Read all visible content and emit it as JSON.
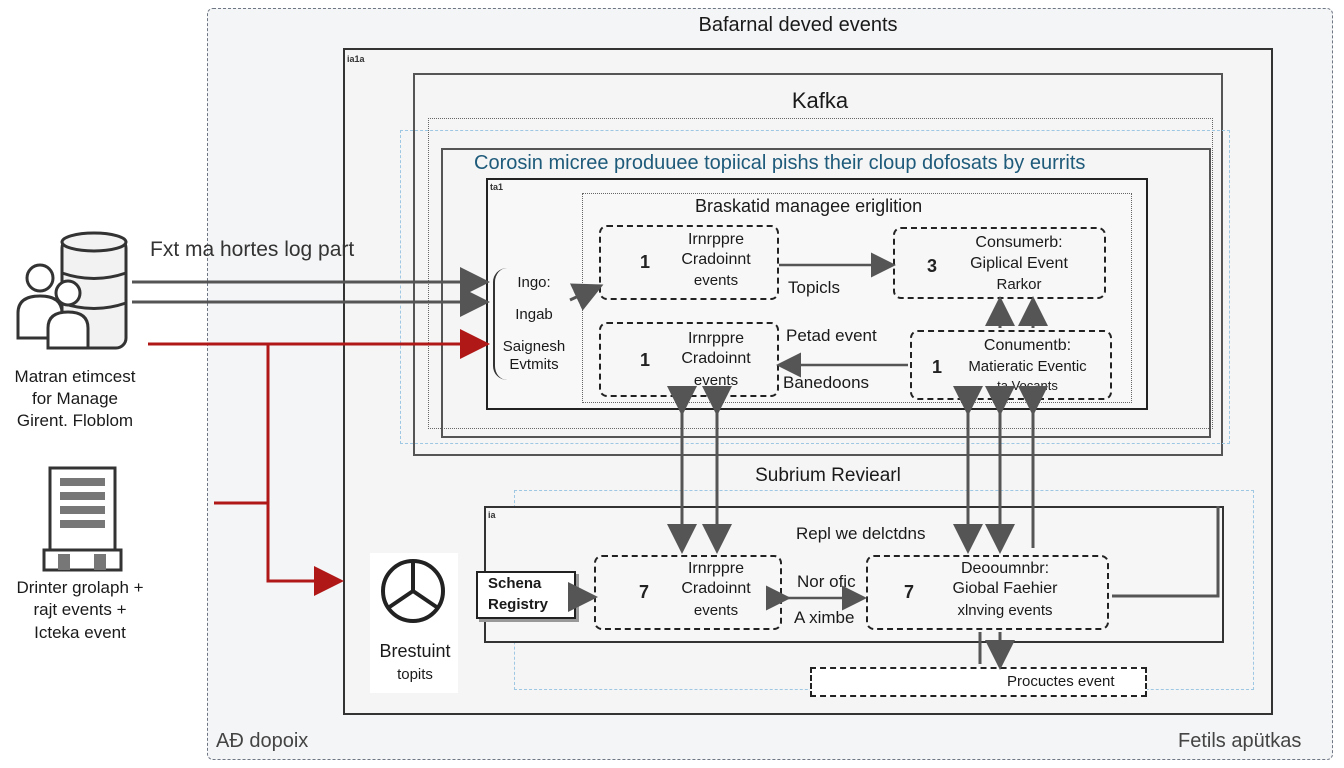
{
  "outer": {
    "title": "Bafarnal deved events",
    "bottom_left": "AÐ dopoix",
    "bottom_right": "Fetils apütkas"
  },
  "kafka": {
    "title": "Kafka",
    "subtitle": "Corosin micree produuee topiical pishs their cloup dofosats by eurrits"
  },
  "broker": {
    "title": "Braskatid manageе eriglition",
    "tiny": "ta1"
  },
  "frame_tag": "ia1a",
  "bottom_tag": "ia",
  "left_stack": {
    "lines": [
      "Ingo:",
      "Ingab",
      "Saignesh",
      "Evtmits"
    ]
  },
  "inputs_label": "Fxt ma hortes log   part",
  "source1": {
    "lines": [
      "Matran etimcest",
      "for Manage",
      "Girent. Floblom"
    ]
  },
  "source2": {
    "lines": [
      "Drinter grolaph +",
      "rajt events +",
      "Icteka event"
    ]
  },
  "producer_a": {
    "num": "1",
    "lines": [
      "Irnrppre",
      "Cradoinnt",
      "events"
    ]
  },
  "producer_b": {
    "num": "1",
    "lines": [
      "Irnrppre",
      "Cradoinnt",
      "events"
    ]
  },
  "consumer_a": {
    "num": "3",
    "lines": [
      "Consumerb:",
      "Giplical Event",
      "Rarkor"
    ]
  },
  "consumer_b": {
    "num": "1",
    "lines": [
      "Conumentb:",
      "Matieratic Eventic",
      "ta Vocants"
    ]
  },
  "topics_label": "Topicls",
  "petad_label": "Petad event",
  "baned_label": "Banedoons",
  "subrium_title": "Subrium Reviearl",
  "repl_title": "Repl we delctdns",
  "schema": {
    "lines": [
      "Schena",
      "Registry"
    ]
  },
  "producer_c": {
    "num": "7",
    "lines": [
      "Irnrppre",
      "Cradoinnt",
      "events"
    ]
  },
  "consumer_c": {
    "num": "7",
    "lines": [
      "Deooumnbr:",
      "Giobal Faehier",
      "xlnving events"
    ]
  },
  "nor_label": "Nor ofic",
  "amb_label": "A ximbe",
  "produces_label": "Procuctes event",
  "brestuint": {
    "lines": [
      "Brestuint",
      "topits"
    ]
  },
  "colors": {
    "accent_red": "#b01818",
    "arrow_grey": "#555555",
    "blue_text": "#1e5a7a"
  }
}
